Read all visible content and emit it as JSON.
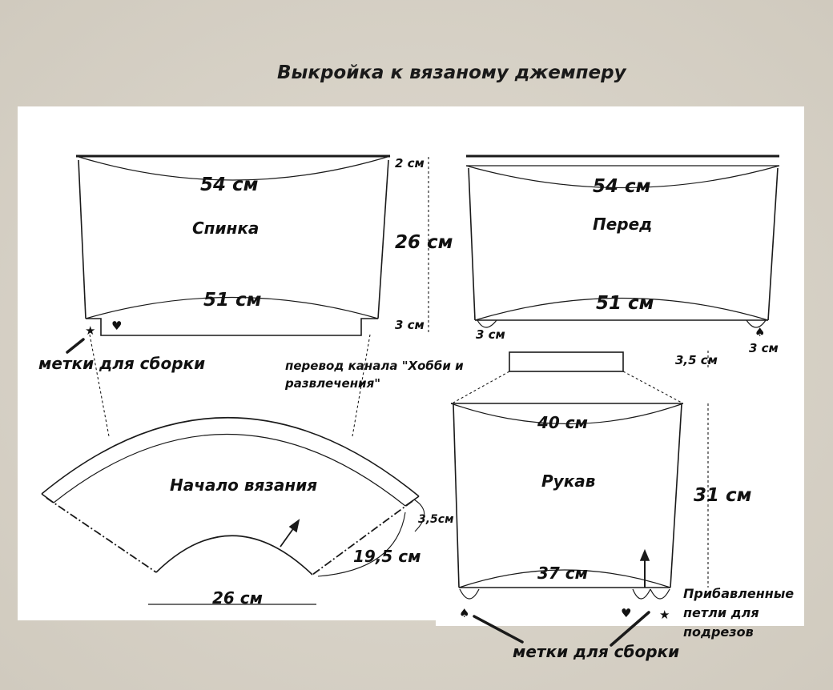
{
  "title": "Выкройка к вязаному джемперу",
  "pieces": {
    "back": {
      "name": "Спинка",
      "top_width": "54 см",
      "bottom_width": "51 см",
      "height": "26 см",
      "shoulder": "2 см",
      "hem": "3 см"
    },
    "front": {
      "name": "Перед",
      "top_width": "54 см",
      "bottom_width": "51 см",
      "hem_left": "3 см",
      "hem_right": "3 см"
    },
    "yoke": {
      "name": "Начало вязания",
      "band": "3,5см",
      "side": "19,5 см",
      "neck_width": "26 см"
    },
    "sleeve": {
      "name": "Рукав",
      "top_width": "40 см",
      "bottom_width": "37 см",
      "height": "31 см",
      "cuff": "3,5 см"
    }
  },
  "notes": {
    "marks_top": "метки для сборки",
    "marks_bottom": "метки для сборки",
    "credit": "перевод канала \"Хобби и развлечения\"",
    "added_stitches": "Прибавленные петли для подрезов"
  },
  "symbols": {
    "star": "★",
    "heart": "♥",
    "spade": "♠"
  }
}
